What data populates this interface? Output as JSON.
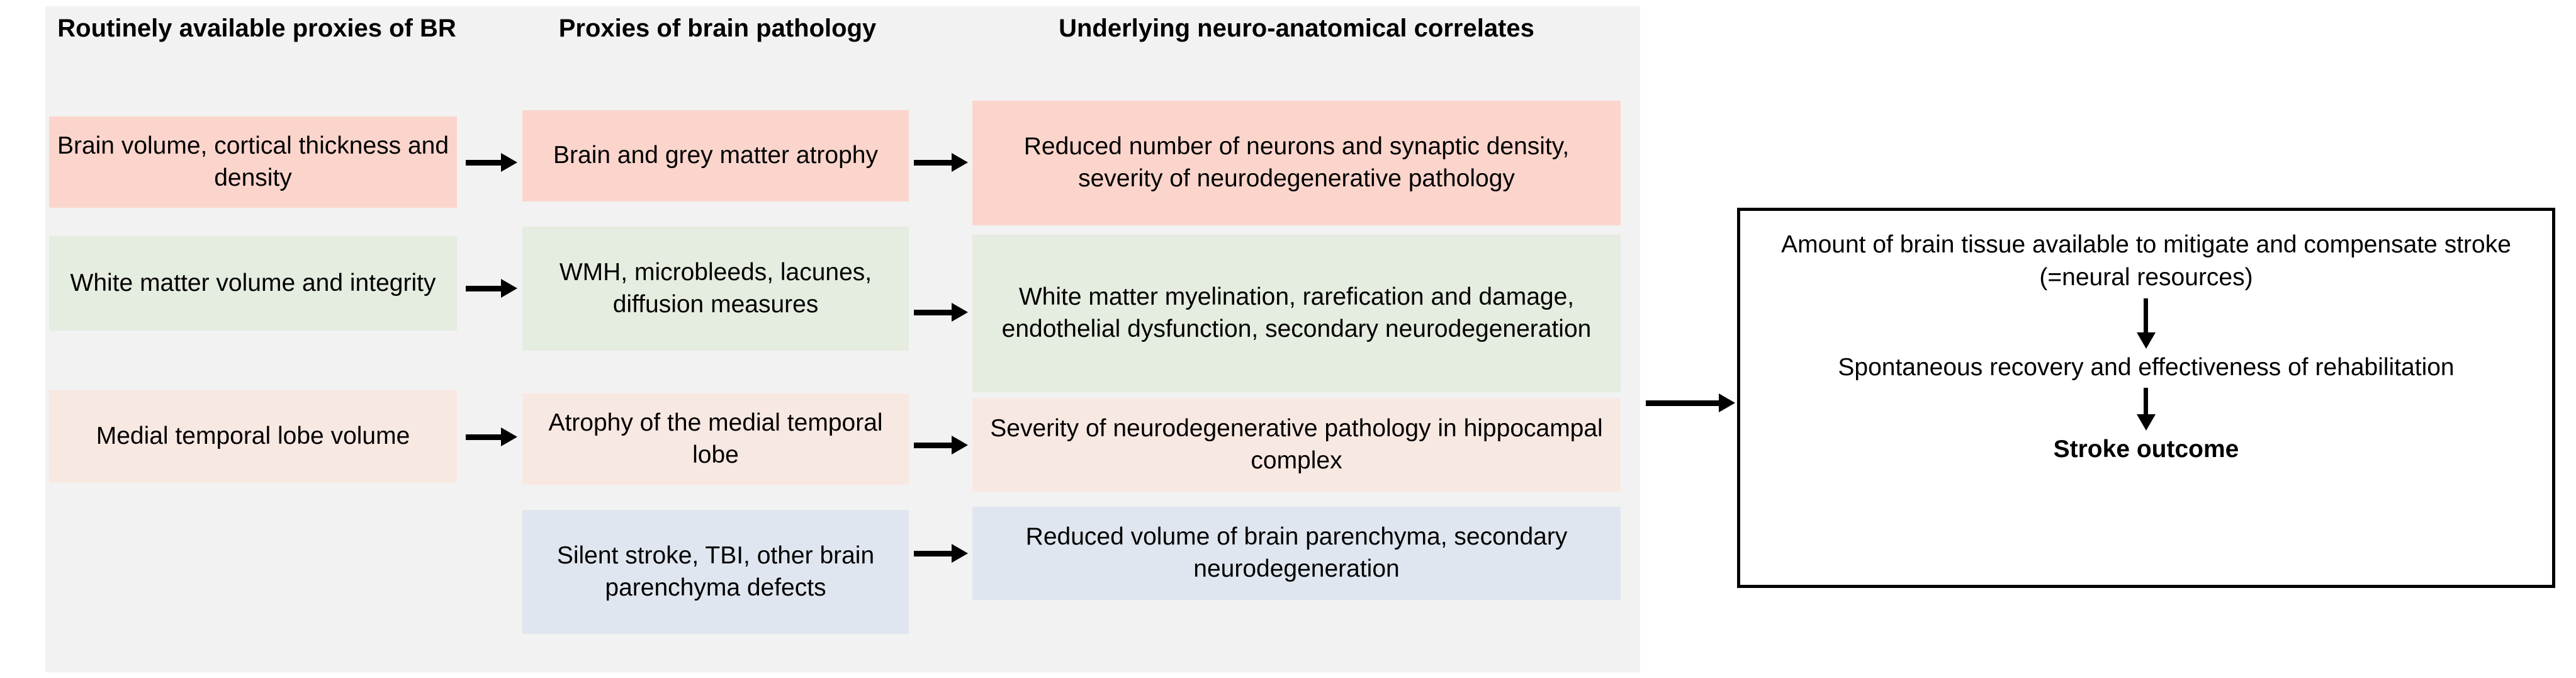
{
  "diagram": {
    "columns": [
      {
        "header": "Routinely available proxies of BR",
        "boxes": [
          {
            "text": "Brain volume, cortical thickness and density",
            "color": "#fbd5cc",
            "color_name": "pink"
          },
          {
            "text": "White matter volume and integrity",
            "color": "#e5ece0",
            "color_name": "green"
          },
          {
            "text": "Medial temporal lobe volume",
            "color": "#f8e8e2",
            "color_name": "rose"
          }
        ]
      },
      {
        "header": "Proxies of brain pathology",
        "boxes": [
          {
            "text": "Brain and grey matter atrophy",
            "color": "#fbd5cc",
            "color_name": "pink"
          },
          {
            "text": "WMH, microbleeds, lacunes, diffusion measures",
            "color": "#e5ece0",
            "color_name": "green"
          },
          {
            "text": "Atrophy of the medial temporal lobe",
            "color": "#f8e8e2",
            "color_name": "rose"
          },
          {
            "text": "Silent stroke, TBI, other brain parenchyma defects",
            "color": "#e0e6ef",
            "color_name": "blue"
          }
        ]
      },
      {
        "header": "Underlying neuro-anatomical correlates",
        "boxes": [
          {
            "text": "Reduced number of neurons and synaptic density, severity of neurodegenerative pathology",
            "color": "#fbd5cc",
            "color_name": "pink"
          },
          {
            "text": "White matter myelination, rarefication and damage, endothelial dysfunction, secondary neurodegeneration",
            "color": "#e5ece0",
            "color_name": "green"
          },
          {
            "text": "Severity of neurodegenerative pathology in hippocampal complex",
            "color": "#f8e8e2",
            "color_name": "rose"
          },
          {
            "text": "Reduced volume of brain parenchyma, secondary neurodegeneration",
            "color": "#e0e6ef",
            "color_name": "blue"
          }
        ]
      }
    ],
    "outcome": {
      "lines": [
        {
          "text": "Amount of brain tissue available to mitigate and compensate stroke (=neural resources)",
          "bold": false
        },
        {
          "text": "Spontaneous recovery and effectiveness of rehabilitation",
          "bold": false
        },
        {
          "text": "Stroke outcome",
          "bold": true
        }
      ]
    },
    "panel_color": "#f2f2f2",
    "arrow_color": "#000000",
    "text_color": "#000000"
  }
}
